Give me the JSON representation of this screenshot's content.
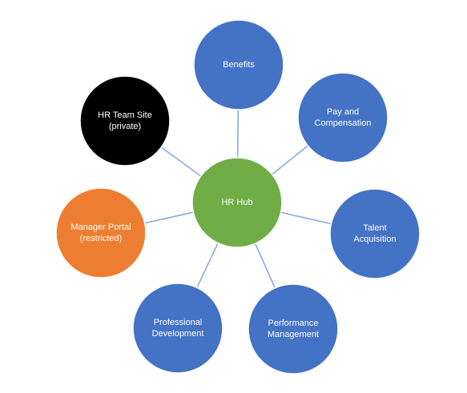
{
  "hub": {
    "id": "hr-hub",
    "lines": [
      "HR Hub"
    ],
    "color": "#70ad47"
  },
  "nodes": [
    {
      "id": "benefits",
      "lines": [
        "Benefits"
      ],
      "color": "#4472c4"
    },
    {
      "id": "pay-and-compensation",
      "lines": [
        "Pay and",
        "Compensation"
      ],
      "color": "#4472c4"
    },
    {
      "id": "talent-acquisition",
      "lines": [
        "Talent",
        "Acquisition"
      ],
      "color": "#4472c4"
    },
    {
      "id": "performance-management",
      "lines": [
        "Performance",
        "Management"
      ],
      "color": "#4472c4"
    },
    {
      "id": "professional-development",
      "lines": [
        "Professional",
        "Development"
      ],
      "color": "#4472c4"
    },
    {
      "id": "manager-portal",
      "lines": [
        "Manager Portal",
        "(restricted)"
      ],
      "color": "#ed7d31"
    },
    {
      "id": "hr-team-site",
      "lines": [
        "HR Team Site",
        "(private)"
      ],
      "color": "#000000"
    }
  ],
  "connector_color": "#8faadc"
}
